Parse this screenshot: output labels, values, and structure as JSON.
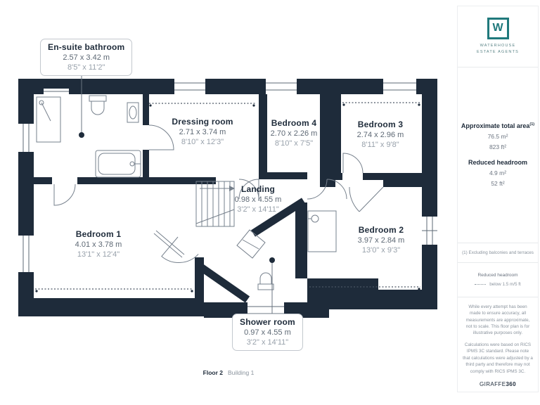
{
  "plan": {
    "callouts": [
      {
        "name": "En-suite bathroom",
        "metric": "2.57 x 3.42 m",
        "imperial": "8'5\" x 11'2\""
      },
      {
        "name": "Shower room",
        "metric": "0.97 x 4.55 m",
        "imperial": "3'2\" x 14'11\""
      }
    ],
    "rooms": [
      {
        "name": "Dressing room",
        "metric": "2.71 x 3.74 m",
        "imperial": "8'10\" x 12'3\""
      },
      {
        "name": "Bedroom 4",
        "metric": "2.70 x 2.26 m",
        "imperial": "8'10\" x 7'5\""
      },
      {
        "name": "Bedroom 3",
        "metric": "2.74 x 2.96 m",
        "imperial": "8'11\" x 9'8\""
      },
      {
        "name": "Landing",
        "metric": "0.98 x 4.55 m",
        "imperial": "3'2\" x 14'11\""
      },
      {
        "name": "Bedroom 1",
        "metric": "4.01 x 3.78 m",
        "imperial": "13'1\" x 12'4\""
      },
      {
        "name": "Bedroom 2",
        "metric": "3.97 x 2.84 m",
        "imperial": "13'0\" x 9'3\""
      }
    ],
    "floor_label": {
      "floor": "Floor 2",
      "building": "Building 1"
    }
  },
  "sidebar": {
    "logo": {
      "letter": "W",
      "line1": "WATERHOUSE",
      "line2": "ESTATE AGENTS"
    },
    "area": {
      "title": "Approximate total area",
      "title_sup": "(1)",
      "metric": "76.5 m²",
      "imperial": "823 ft²"
    },
    "reduced": {
      "title": "Reduced headroom",
      "metric": "4.9 m²",
      "imperial": "52 ft²"
    },
    "footnote": "(1) Excluding balconies and terraces",
    "legend": {
      "title": "Reduced headroom",
      "desc": "below 1.5 m/5 ft"
    },
    "disclaimer1": "While every attempt has been made to ensure accuracy, all measurements are approximate, not to scale. This floor plan is for illustrative purposes only.",
    "disclaimer2": "Calculations were based on RICS IPMS 3C standard. Please note that calculations were adjusted by a third party and therefore may not comply with RICS IPMS 3C.",
    "brand": {
      "name": "GIRAFFE",
      "suffix": "360"
    }
  },
  "colors": {
    "wall": "#1e2b3a",
    "accent_teal": "#20797c",
    "dim_gray": "#5d6874",
    "dim_light": "#98a1ab"
  }
}
